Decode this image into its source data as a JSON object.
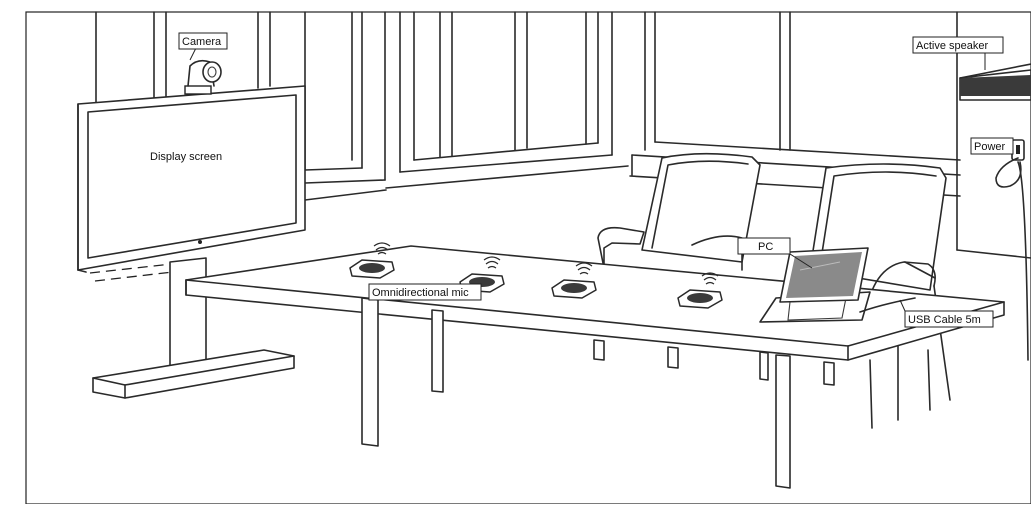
{
  "diagram": {
    "labels": {
      "camera": "Camera",
      "display_screen": "Display screen",
      "active_speaker": "Active  speaker",
      "power": "Power",
      "pc": "PC",
      "omnidirectional_mic": "Omnidirectional mic",
      "usb_cable": "USB Cable 5m"
    },
    "mic_count": 4,
    "chair_count": 2,
    "colors": {
      "line": "#2a2a2a",
      "speaker_bar": "#3a3a3a",
      "laptop_screen": "#8a8a8a",
      "background": "#ffffff"
    }
  }
}
